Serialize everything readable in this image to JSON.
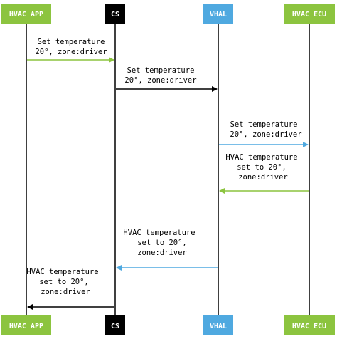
{
  "participants": {
    "hvac_app": {
      "label": "HVAC APP",
      "color": "#8cc43f"
    },
    "cs": {
      "label": "CS",
      "color": "#000000"
    },
    "vhal": {
      "label": "VHAL",
      "color": "#4fa9e0"
    },
    "hvac_ecu": {
      "label": "HVAC ECU",
      "color": "#8cc43f"
    }
  },
  "messages": [
    {
      "from": "HVAC APP",
      "to": "CS",
      "lines": [
        "Set temperature",
        "20°, zone:driver"
      ],
      "color": "#8cc43f"
    },
    {
      "from": "CS",
      "to": "VHAL",
      "lines": [
        "Set temperature",
        "20°, zone:driver"
      ],
      "color": "#000000"
    },
    {
      "from": "VHAL",
      "to": "HVAC ECU",
      "lines": [
        "Set temperature",
        "20°, zone:driver"
      ],
      "color": "#4fa9e0"
    },
    {
      "from": "HVAC ECU",
      "to": "VHAL",
      "lines": [
        "HVAC temperature",
        "set to 20°,",
        "zone:driver"
      ],
      "color": "#8cc43f"
    },
    {
      "from": "VHAL",
      "to": "CS",
      "lines": [
        "HVAC temperature",
        "set to 20°,",
        "zone:driver"
      ],
      "color": "#4fa9e0"
    },
    {
      "from": "CS",
      "to": "HVAC APP",
      "lines": [
        "HVAC temperature",
        "set to 20°,",
        "zone:driver"
      ],
      "color": "#000000"
    }
  ]
}
